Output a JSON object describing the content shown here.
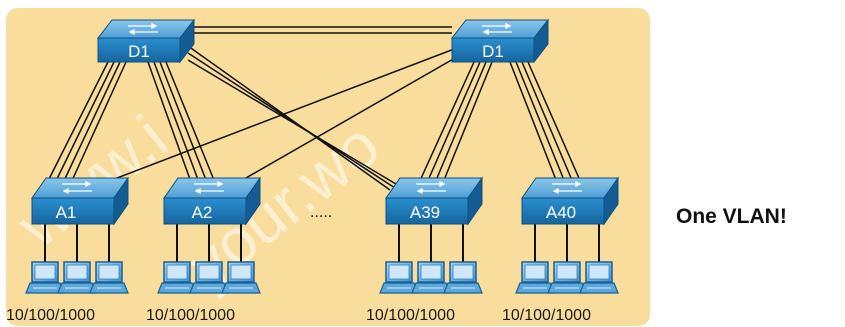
{
  "diagram": {
    "distribution_switches": [
      {
        "id": "d1-left",
        "label": "D1"
      },
      {
        "id": "d1-right",
        "label": "D1"
      }
    ],
    "access_switches": [
      {
        "id": "a1",
        "label": "A1",
        "port_speed": "10/100/1000"
      },
      {
        "id": "a2",
        "label": "A2",
        "port_speed": "10/100/1000"
      },
      {
        "id": "a39",
        "label": "A39",
        "port_speed": "10/100/1000"
      },
      {
        "id": "a40",
        "label": "A40",
        "port_speed": "10/100/1000"
      }
    ],
    "ellipsis": ".....",
    "callout": "One VLAN!"
  },
  "colors": {
    "panel": "#f9dd9c",
    "switch_face": "#1d7fc1",
    "switch_top": "#6fb3e0",
    "link": "#111111"
  }
}
